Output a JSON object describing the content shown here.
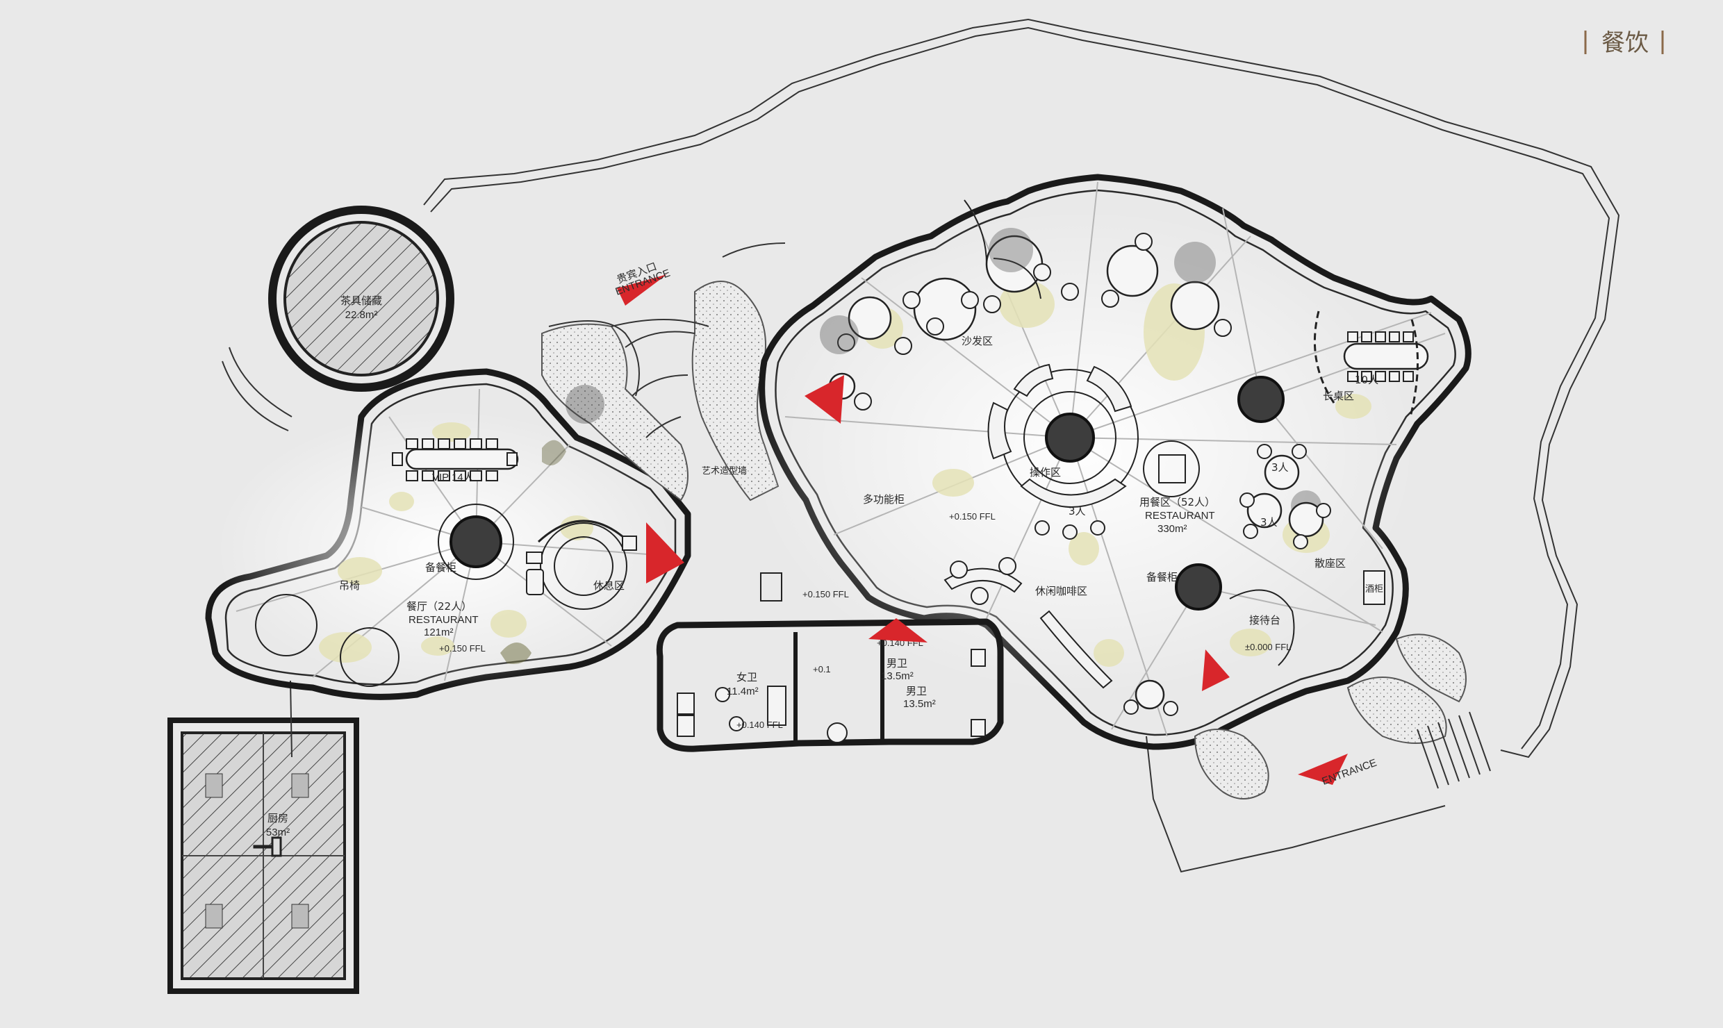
{
  "header": {
    "title": "餐饮"
  },
  "zones": {
    "storage": {
      "name": "茶具储藏",
      "area": "22.8m²"
    },
    "vip_room": {
      "name": "VIP 14人"
    },
    "restaurant_small": {
      "name": "餐厅（22人）",
      "sub": "RESTAURANT",
      "area": "121m²",
      "level": "+0.150 FFL"
    },
    "service_station_left": {
      "name": "备餐柜"
    },
    "lounge_left": {
      "name": "休息区"
    },
    "window_seat": {
      "name": "吊椅"
    },
    "kitchen": {
      "name": "厨房",
      "area": "53m²"
    },
    "womens_wc": {
      "name": "女卫",
      "area": "11.4m²",
      "level": "+0.140 FFL"
    },
    "mens_wc_a": {
      "name": "男卫",
      "area": "13.5m²"
    },
    "mens_wc_b": {
      "name": "男卫",
      "area": "13.5m²"
    },
    "corridor": {
      "level": "+0.150 FFL",
      "level2": "+0.140 FFL",
      "level3": "+0.1"
    },
    "multi_cabinet": {
      "name": "多功能柜"
    },
    "sofa_area": {
      "name": "沙发区"
    },
    "operation_area": {
      "name": "操作区"
    },
    "main_restaurant": {
      "name": "用餐区（52人）",
      "sub": "RESTAURANT",
      "area": "330m²",
      "level": "+0.150 FFL"
    },
    "long_table": {
      "name": "长桌区",
      "seats": "10人"
    },
    "scattered": {
      "name": "散座区",
      "seats_a": "3人",
      "seats_b": "3人"
    },
    "counter": {
      "seats": "3人"
    },
    "cafe": {
      "name": "休闲咖啡区"
    },
    "service_station_right": {
      "name": "备餐柜"
    },
    "reception": {
      "name": "接待台",
      "level": "±0.000 FFL"
    },
    "wine_cabinet": {
      "name": "酒柜"
    }
  },
  "entrances": {
    "guest": {
      "cn": "贵宾入口",
      "en": "ENTRANCE"
    },
    "main": {
      "en": "ENTRANCE"
    }
  },
  "colors": {
    "accent_arrow": "#d8262b",
    "header_text": "#6b5a45",
    "blob": "#e4e2b6"
  }
}
